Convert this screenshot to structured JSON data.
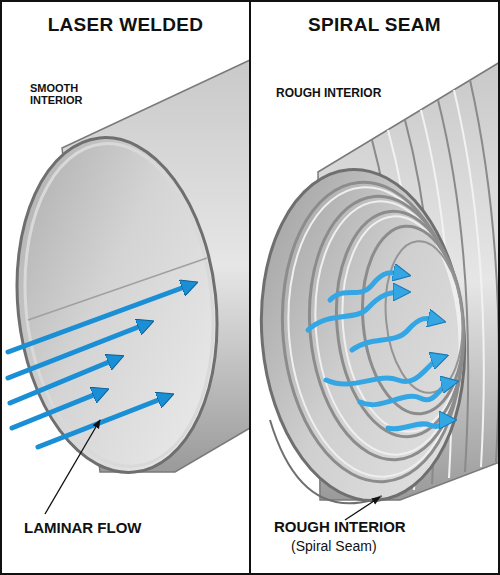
{
  "diagram": {
    "nodes": [
      {
        "text": [
          "LASER WELDED"
        ]
      },
      {
        "text": [
          "SPIRAL SEAM"
        ]
      }
    ],
    "labels": [
      "SMOOTH INTERIOR",
      "LAMINAR FLOW",
      "ROUGH INTERIOR",
      "ROUGH INTERIOR",
      "(Spiral Seam)"
    ]
  }
}
